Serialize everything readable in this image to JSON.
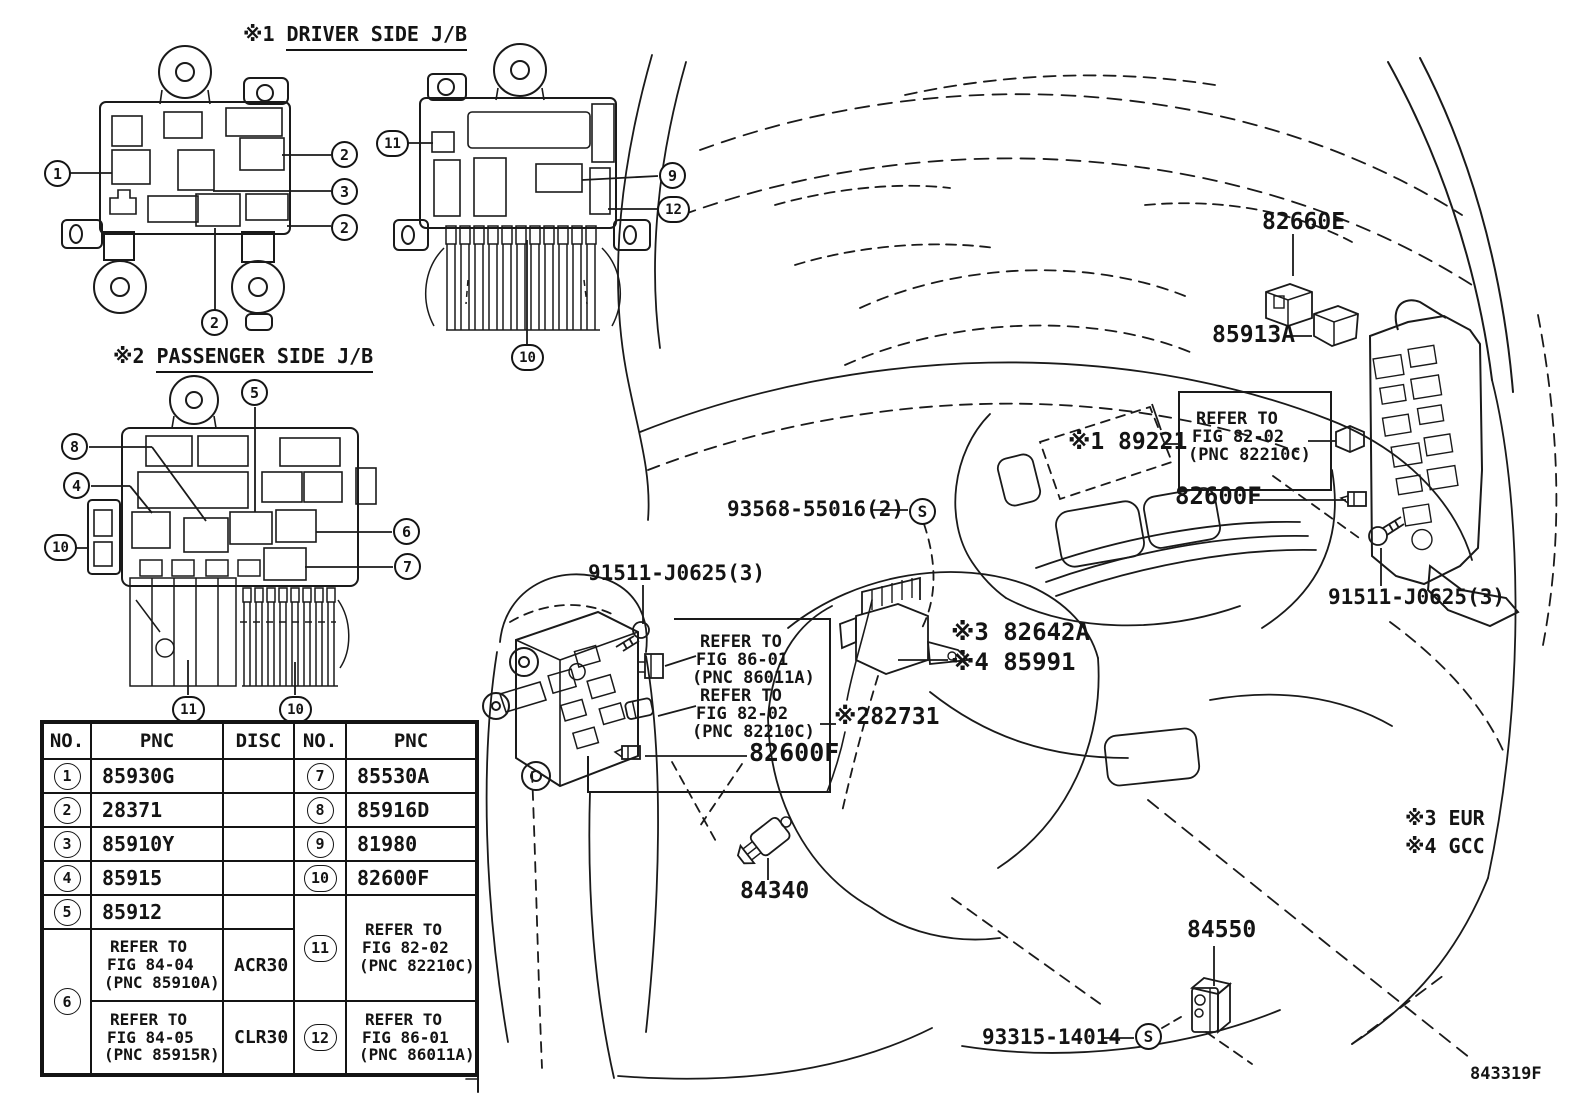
{
  "figure": {
    "code": "843319F"
  },
  "titles": {
    "jb1_prefix": "※1",
    "jb1_name": "DRIVER SIDE J/B",
    "jb2_prefix": "※2",
    "jb2_name": "PASSENGER SIDE J/B"
  },
  "callouts": {
    "n1": "1",
    "n2": "2",
    "n3": "3",
    "n4": "4",
    "n5": "5",
    "n6": "6",
    "n7": "7",
    "n8": "8",
    "n9": "9",
    "n10": "10",
    "n11": "11",
    "n12": "12"
  },
  "table": {
    "headers": {
      "no_left": "NO.",
      "pnc_left": "PNC",
      "disc": "DISC",
      "no_right": "NO.",
      "pnc_right": "PNC"
    },
    "rows_left": [
      {
        "pnc": "85930G"
      },
      {
        "pnc": "28371"
      },
      {
        "pnc": "85910Y"
      },
      {
        "pnc": "85915"
      },
      {
        "pnc": "85912"
      }
    ],
    "row6a": {
      "l1": "REFER TO",
      "l2": "FIG 84-04",
      "l3": "(PNC 85910A)",
      "disc": "ACR30"
    },
    "row6b": {
      "l1": "REFER TO",
      "l2": "FIG 84-05",
      "l3": "(PNC 85915R)",
      "disc": "CLR30"
    },
    "rows_right": [
      {
        "pnc": "85530A"
      },
      {
        "pnc": "85916D"
      },
      {
        "pnc": "81980"
      },
      {
        "pnc": "82600F"
      }
    ],
    "row11": {
      "l1": "REFER TO",
      "l2": "FIG 82-02",
      "l3": "(PNC 82210C)"
    },
    "row12": {
      "l1": "REFER TO",
      "l2": "FIG 86-01",
      "l3": "(PNC 86011A)"
    }
  },
  "labels": {
    "screw_spec_top": "93568-55016(2)",
    "bolt_center": "91511-J0625(3)",
    "bolt_right": "91511-J0625(3)",
    "refer_86_01": {
      "l1": "REFER TO",
      "l2": "FIG 86-01",
      "l3": "(PNC 86011A)"
    },
    "refer_82_02": {
      "l1": "REFER TO",
      "l2": "FIG 82-02",
      "l3": "(PNC 82210C)"
    },
    "jb_center": "82600F",
    "jb_right": "82600F",
    "jb_assy": "※282731",
    "relay_eur": "※3 82642A",
    "relay_gcc": "※4 85991",
    "stop_lamp_switch": "84340",
    "relay_top": "82660E",
    "relay_top2": "85913A",
    "radio": "※1 89221",
    "door_switch": "84550",
    "screw_spec_bottom": "93315-14014",
    "note_eur": "※3 EUR",
    "note_gcc": "※4 GCC",
    "s_symbol": "S"
  }
}
